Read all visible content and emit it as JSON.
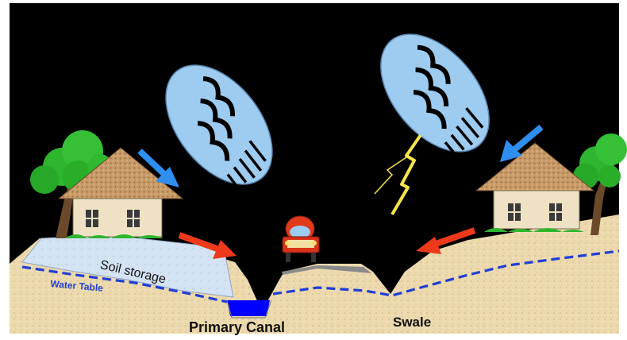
{
  "labels": {
    "soil_storage": "Soil storage",
    "water_table": "Water Table",
    "primary_canal": "Primary Canal",
    "swale": "Swale"
  },
  "colors": {
    "background": "#000000",
    "ground": "#ecd9ad",
    "soil_storage": "#cfe0f3",
    "water_table": "#1f3fd6",
    "canal_water": "#0000ff",
    "cloud": "#9ecbf0",
    "rain_arrow": "#2f8ff0",
    "runoff_arrow": "#ee3a1a",
    "lightning": "#f4e44a",
    "roof": "#c79a6a",
    "wall": "#efe2c4",
    "tree": "#2fb52f"
  },
  "icons": {
    "storm_clouds": "cloud-icon",
    "lightning": "lightning-icon",
    "houses": "house-icon",
    "trees": "tree-icon",
    "car": "car-icon"
  }
}
